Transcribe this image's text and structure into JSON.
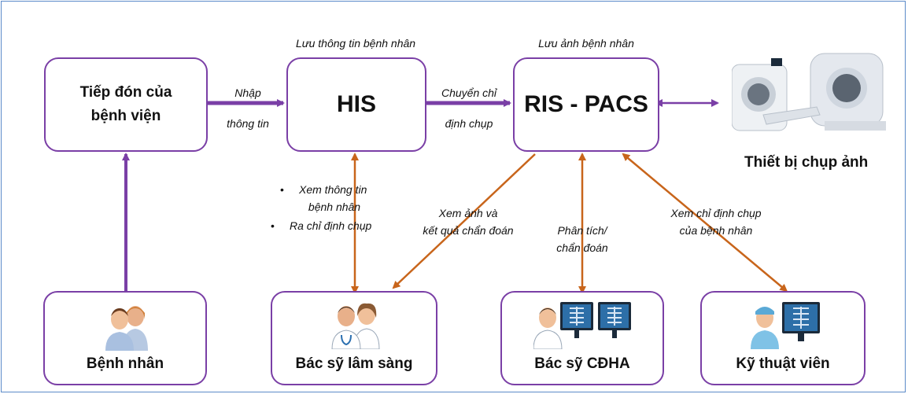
{
  "nodes": {
    "reception": "Tiếp đón của bệnh viện",
    "his": "HIS",
    "ris_pacs": "RIS - PACS",
    "patient": "Bệnh nhân",
    "clinician": "Bác sỹ lâm sàng",
    "radiologist": "Bác sỹ CĐHA",
    "technician": "Kỹ thuật viên",
    "equipment": "Thiết bị chụp ảnh"
  },
  "annotations": {
    "his_top": "Lưu thông tin bệnh nhân",
    "pacs_top": "Lưu ảnh bệnh nhân",
    "enter_1": "Nhập",
    "enter_2": "thông tin",
    "transfer_1": "Chuyển chỉ",
    "transfer_2": "định chụp",
    "clin_b1_l1": "Xem thông tin",
    "clin_b1_l2": "bệnh nhân",
    "clin_b2": "Ra chỉ định chụp",
    "view_1": "Xem ảnh và",
    "view_2": "kết quả chẩn đoán",
    "analyze_1": "Phân tích/",
    "analyze_2": "chẩn đoán",
    "order_1": "Xem chỉ định chụp",
    "order_2": "của bệnh nhân"
  },
  "colors": {
    "purple": "#7a3fa6",
    "orange": "#c8651b",
    "frame": "#5b8ac9"
  }
}
